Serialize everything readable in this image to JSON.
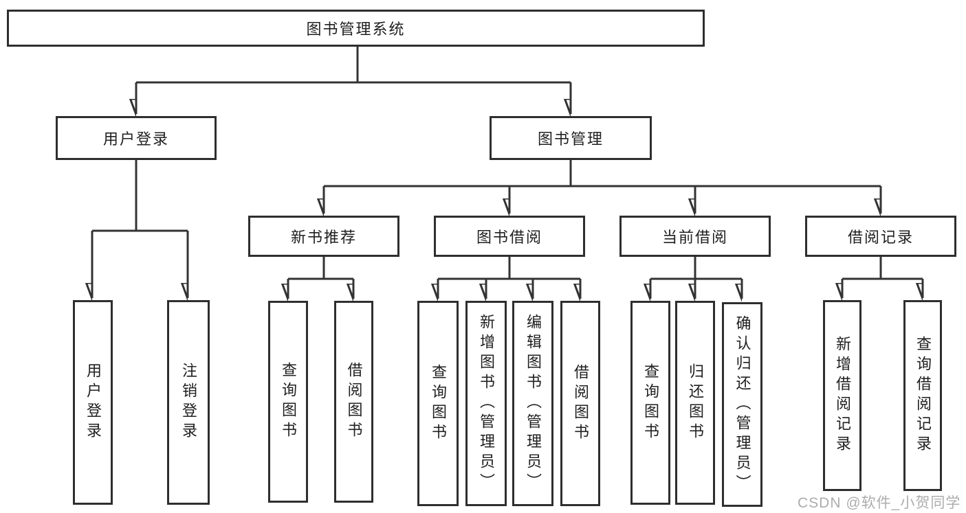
{
  "colors": {
    "background": "#ffffff",
    "line": "#333333",
    "box_border": "#2e2e2e",
    "text": "#1f1f1f",
    "watermark": "#9e9e9e"
  },
  "diagram": {
    "root": {
      "label": "图书管理系统"
    },
    "branches": [
      {
        "label": "用户登录",
        "children": [
          {
            "label": "用户登录"
          },
          {
            "label": "注销登录"
          }
        ]
      },
      {
        "label": "图书管理",
        "children": [
          {
            "label": "新书推荐",
            "children": [
              {
                "label": "查询图书"
              },
              {
                "label": "借阅图书"
              }
            ]
          },
          {
            "label": "图书借阅",
            "children": [
              {
                "label": "查询图书"
              },
              {
                "label": "新增图书（管理员）"
              },
              {
                "label": "编辑图书（管理员）"
              },
              {
                "label": "借阅图书"
              }
            ]
          },
          {
            "label": "当前借阅",
            "children": [
              {
                "label": "查询图书"
              },
              {
                "label": "归还图书"
              },
              {
                "label": "确认归还（管理员）"
              }
            ]
          },
          {
            "label": "借阅记录",
            "children": [
              {
                "label": "新增借阅记录"
              },
              {
                "label": "查询借阅记录"
              }
            ]
          }
        ]
      }
    ]
  },
  "watermark": {
    "text": "CSDN @软件_小贺同学"
  }
}
